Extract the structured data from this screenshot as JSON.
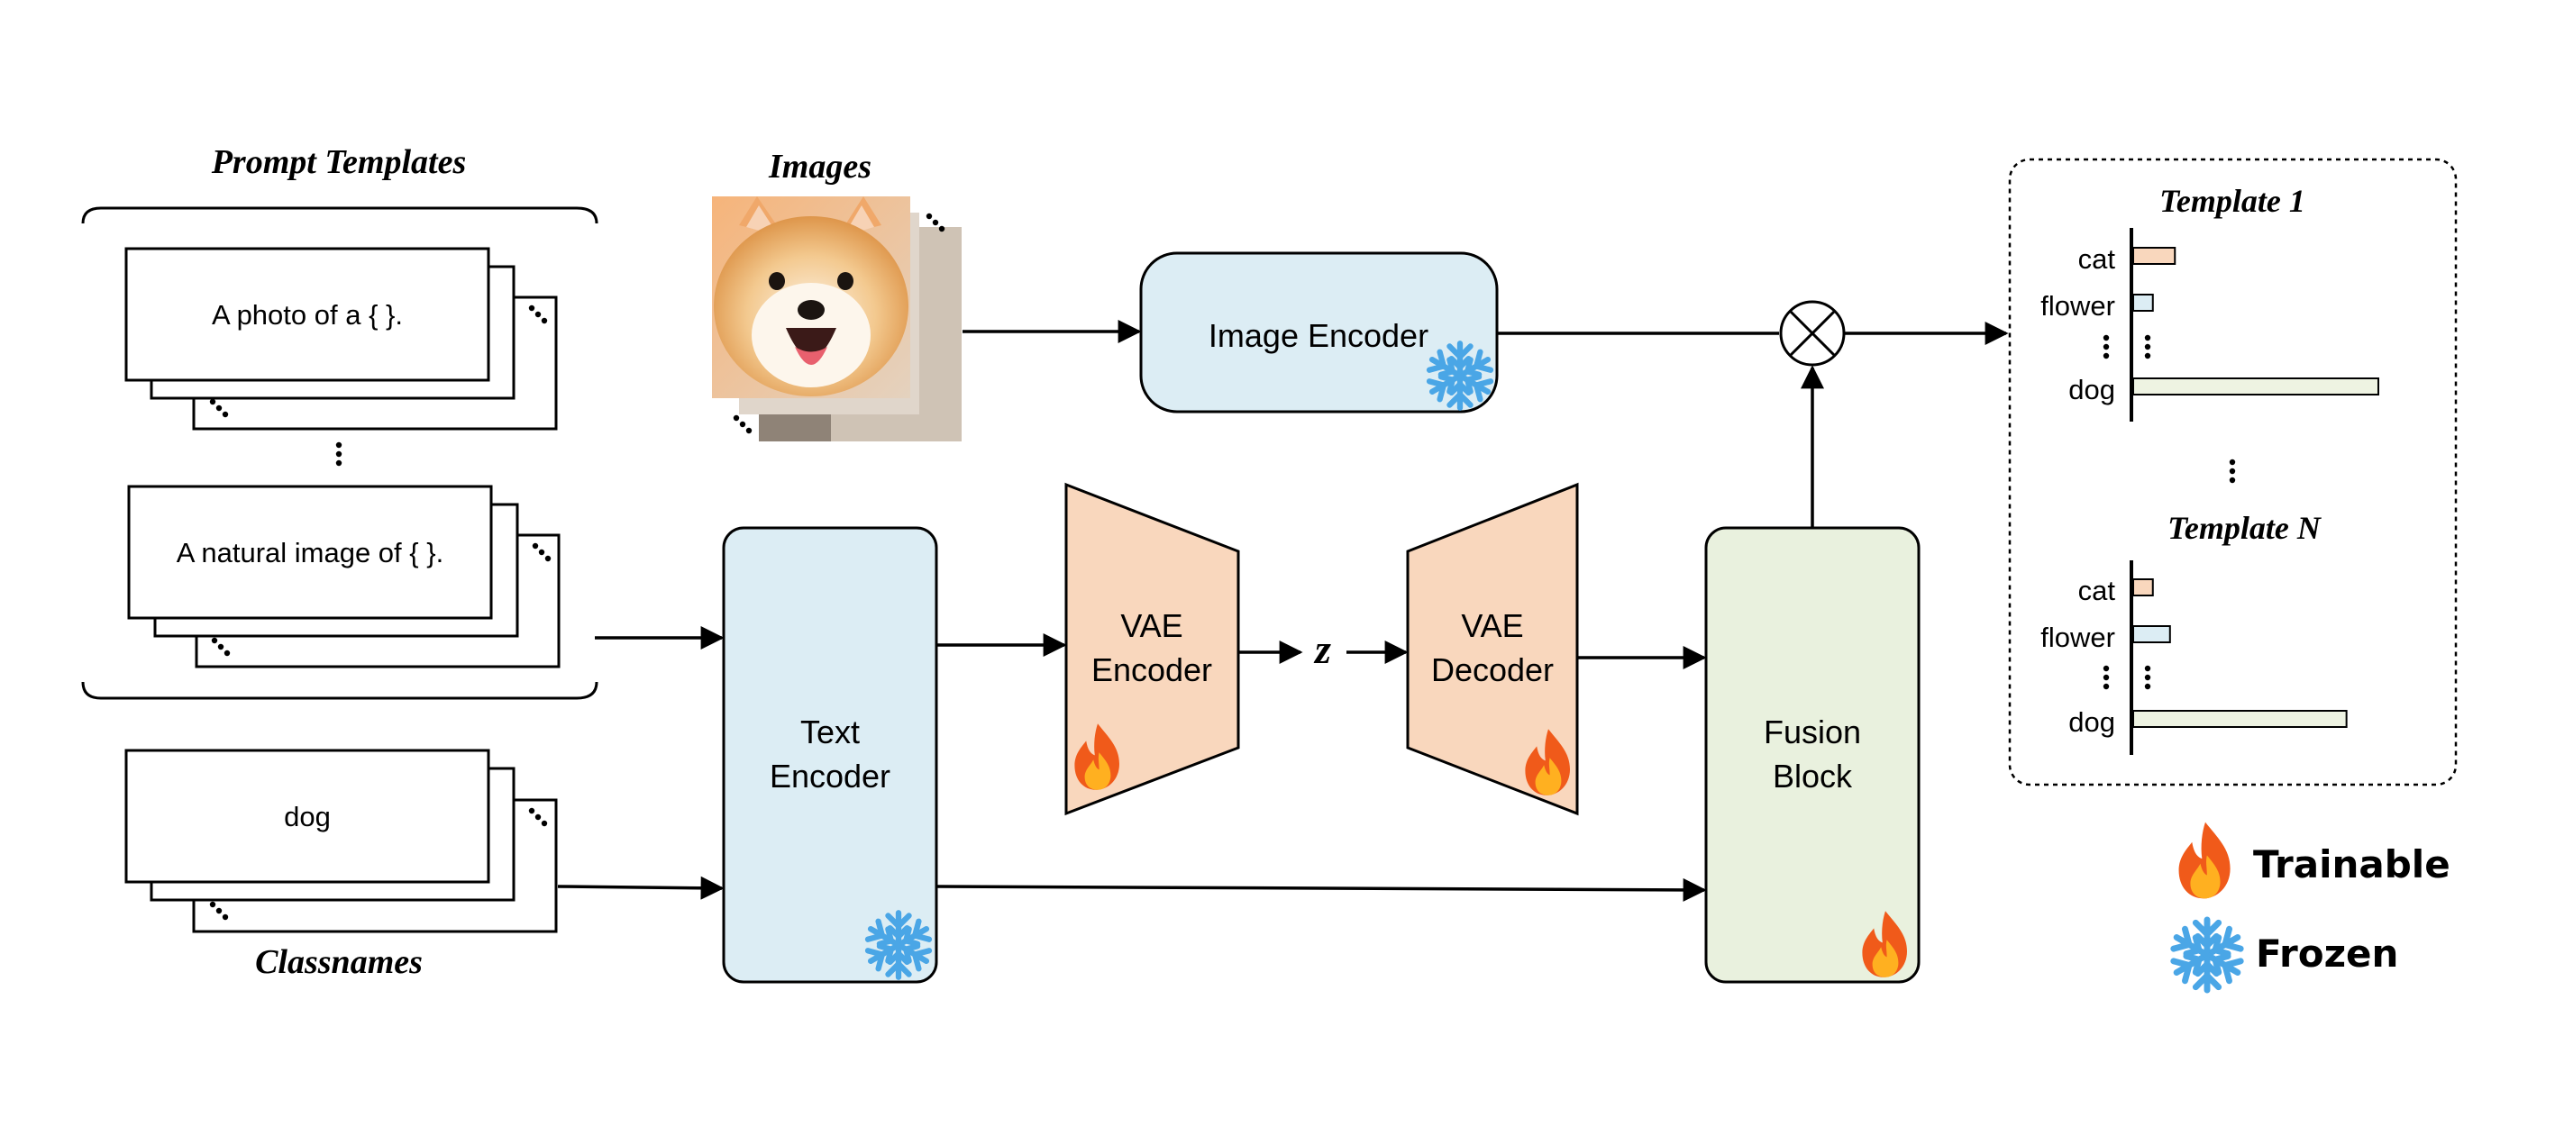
{
  "prompt_templates": {
    "title": "Prompt Templates",
    "items": [
      "A photo of a { }.",
      "A natural image of { }."
    ],
    "more": "⋯"
  },
  "images": {
    "title": "Images",
    "content": "photo of a smiling shiba inu dog"
  },
  "classnames": {
    "title": "Classnames",
    "items": [
      "dog"
    ]
  },
  "blocks": {
    "image_encoder": "Image Encoder",
    "text_encoder": [
      "Text",
      "Encoder"
    ],
    "vae_encoder": [
      "VAE",
      "Encoder"
    ],
    "latent": "z",
    "vae_decoder": [
      "VAE",
      "Decoder"
    ],
    "fusion_block": [
      "Fusion",
      "Block"
    ]
  },
  "results": {
    "panels": [
      {
        "title": "Template 1",
        "classes": [
          "cat",
          "flower",
          "dog"
        ],
        "values": [
          0.17,
          0.08,
          1.0
        ]
      },
      {
        "title": "Template N",
        "classes": [
          "cat",
          "flower",
          "dog"
        ],
        "values": [
          0.08,
          0.15,
          0.87
        ]
      }
    ]
  },
  "legend": {
    "trainable": "Trainable",
    "frozen": "Frozen"
  },
  "colors": {
    "frozen_fill": "#dcedf4",
    "trainable_fill": "#f9d7bd",
    "fusion_fill": "#e9f1de",
    "bar_cat": "#f9d7bd",
    "bar_flower": "#dcedf4",
    "bar_dog": "#eef3e2",
    "stroke": "#000000",
    "snowflake": "#4aa6e6",
    "flame_outer": "#f05a1a",
    "flame_inner": "#ffb020"
  },
  "icons": [
    "fire-icon",
    "snowflake-icon",
    "multiply-circle-icon",
    "ellipsis-icon"
  ]
}
